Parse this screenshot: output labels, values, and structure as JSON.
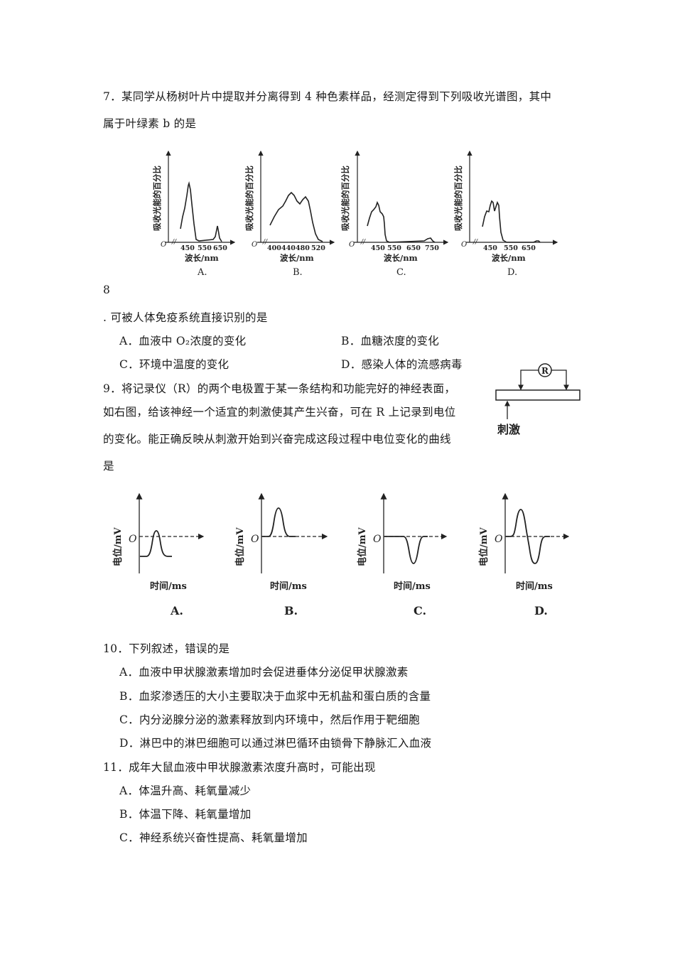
{
  "q7": {
    "line1": "7．某同学从杨树叶片中提取并分离得到 4 种色素样品，经测定得到下列吸收光谱图，其中",
    "line2": "属于叶绿素 b 的是",
    "chart_common": {
      "ylabel": "吸收光能的百分比",
      "xlabel": "波长/nm",
      "origin": "O"
    }
  },
  "q8": {
    "number": "8",
    "stem": ". 可被人体免疫系统直接识别的是",
    "options": [
      "A．血液中 O₂浓度的变化",
      "B．血糖浓度的变化",
      "C．环境中温度的变化",
      "D．感染人体的流感病毒"
    ]
  },
  "q9": {
    "lines": [
      "9．将记录仪（R）的两个电极置于某一条结构和功能完好的神经表面，",
      "如右图，给该神经一个适宜的刺激使其产生兴奋，可在 R 上记录到电位",
      "的变化。能正确反映从刺激开始到兴奋完成这段过程中电位变化的曲线",
      "是"
    ],
    "diagram": {
      "recorder_label": "R",
      "stimulus_label": "刺激"
    },
    "chart_common": {
      "ylabel": "电位/mV",
      "xlabel": "时间/ms",
      "origin": "O"
    }
  },
  "q10": {
    "stem": "10．下列叙述，错误的是",
    "options": [
      "A．血液中甲状腺激素增加时会促进垂体分泌促甲状腺激素",
      "B．血浆渗透压的大小主要取决于血浆中无机盐和蛋白质的含量",
      "C．内分泌腺分泌的激素释放到内环境中，然后作用于靶细胞",
      "D．淋巴中的淋巴细胞可以通过淋巴循环由锁骨下静脉汇入血液"
    ]
  },
  "q11": {
    "stem": "11．成年大鼠血液中甲状腺激素浓度升高时，可能出现",
    "options": [
      "A．体温升高、耗氧量减少",
      "B．体温下降、耗氧量增加",
      "C．神经系统兴奋性提高、耗氧量增加"
    ]
  },
  "chart_data": [
    {
      "type": "line",
      "title": "A.",
      "xlabel": "波长/nm",
      "ylabel": "吸收光能的百分比",
      "xticks": [
        "450",
        "550",
        "650"
      ],
      "description": "Strong peak near 450 nm, small peak near 650 nm",
      "x": [
        410,
        430,
        450,
        455,
        470,
        490,
        550,
        620,
        640,
        650,
        660
      ],
      "y": [
        22,
        40,
        78,
        70,
        30,
        2,
        4,
        8,
        25,
        10,
        0
      ]
    },
    {
      "type": "line",
      "title": "B.",
      "xlabel": "波长/nm",
      "ylabel": "吸收光能的百分比",
      "xticks": [
        "400",
        "440",
        "480",
        "520"
      ],
      "description": "Broad band 400-500 nm, peaks near 450 and 480 nm, no red absorption",
      "x": [
        400,
        420,
        440,
        450,
        465,
        480,
        490,
        500,
        510,
        520
      ],
      "y": [
        25,
        40,
        52,
        62,
        55,
        58,
        35,
        12,
        2,
        0
      ]
    },
    {
      "type": "line",
      "title": "C.",
      "xlabel": "波长/nm",
      "ylabel": "吸收光能的百分比",
      "xticks": [
        "450",
        "550",
        "650",
        "750"
      ],
      "description": "Peaks near 440-480 nm, tiny bump near 740 nm",
      "x": [
        400,
        420,
        440,
        455,
        470,
        480,
        500,
        700,
        740,
        760
      ],
      "y": [
        28,
        45,
        52,
        40,
        38,
        10,
        0,
        1,
        6,
        0
      ]
    },
    {
      "type": "line",
      "title": "D.",
      "xlabel": "波长/nm",
      "ylabel": "吸收光能的百分比",
      "xticks": [
        "450",
        "550",
        "650"
      ],
      "description": "Three sharp peaks 420-480 nm, tiny bump near 670 nm",
      "x": [
        400,
        420,
        435,
        450,
        460,
        475,
        490,
        510,
        660,
        670,
        690
      ],
      "y": [
        30,
        50,
        65,
        42,
        62,
        45,
        8,
        0,
        0,
        3,
        0
      ]
    },
    {
      "type": "line",
      "title": "A.",
      "xlabel": "时间/ms",
      "ylabel": "电位/mV",
      "description": "Baseline below zero (resting), single positive spike crossing just above zero"
    },
    {
      "type": "line",
      "title": "B.",
      "xlabel": "时间/ms",
      "ylabel": "电位/mV",
      "description": "Baseline at zero, single upward deflection"
    },
    {
      "type": "line",
      "title": "C.",
      "xlabel": "时间/ms",
      "ylabel": "电位/mV",
      "description": "Baseline at zero, single downward deflection"
    },
    {
      "type": "line",
      "title": "D.",
      "xlabel": "时间/ms",
      "ylabel": "电位/mV",
      "description": "Baseline at zero, upward deflection followed by downward deflection (biphasic)"
    }
  ],
  "spectra": [
    {
      "caption": "A.",
      "ticks": [
        "450",
        "550",
        "650"
      ]
    },
    {
      "caption": "B.",
      "ticks": [
        "400",
        "440",
        "480",
        "520"
      ]
    },
    {
      "caption": "C.",
      "ticks": [
        "450",
        "550",
        "650",
        "750"
      ]
    },
    {
      "caption": "D.",
      "ticks": [
        "450",
        "550",
        "650"
      ]
    }
  ],
  "potentials": [
    {
      "caption": "A."
    },
    {
      "caption": "B."
    },
    {
      "caption": "C."
    },
    {
      "caption": "D."
    }
  ]
}
